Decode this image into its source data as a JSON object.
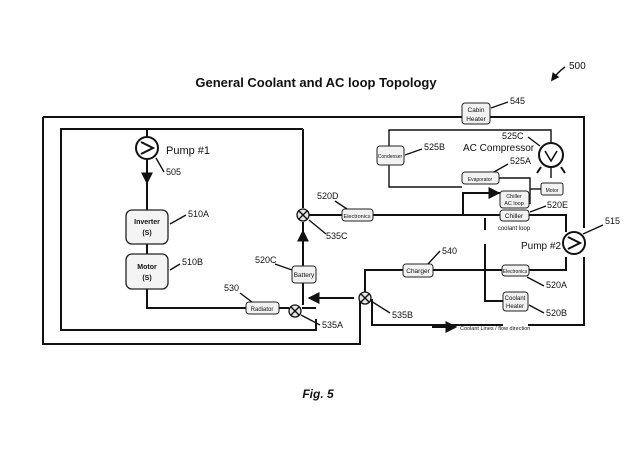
{
  "title": "General Coolant and AC loop Topology",
  "figure_label": "Fig. 5",
  "figure_ref": "500",
  "legend": "Coolant Lines / flow direction",
  "components": {
    "pump1": {
      "label": "Pump #1",
      "ref": "505"
    },
    "pump2": {
      "label": "Pump #2",
      "ref": "515"
    },
    "inverter": {
      "line1": "Inverter",
      "line2": "(S)",
      "ref": "510A"
    },
    "motor": {
      "line1": "Motor",
      "line2": "(S)",
      "ref": "510B"
    },
    "radiator": {
      "label": "Radiator",
      "ref": "530"
    },
    "battery": {
      "label": "Battery",
      "ref": "520C"
    },
    "electronics_d": {
      "label": "Electronics",
      "ref": "520D"
    },
    "charger": {
      "label": "Charger",
      "ref": "540"
    },
    "electronics_a": {
      "label": "Electronics",
      "ref": "520A"
    },
    "coolant_heater": {
      "line1": "Coolant",
      "line2": "Heater",
      "ref": "520B"
    },
    "cabin_heater": {
      "line1": "Cabin",
      "line2": "Heater",
      "ref": "545"
    },
    "condenser": {
      "label": "Condenser",
      "ref": "525B"
    },
    "evaporator": {
      "label": "Evaporator",
      "ref": "525A"
    },
    "ac_compressor": {
      "label": "AC Compressor",
      "ref": "525C"
    },
    "chiller_ac": {
      "line1": "Chiller",
      "line2": "AC loop"
    },
    "chiller_coolant": {
      "line1": "Chiller",
      "line2": "coolant loop",
      "ref": "520E"
    },
    "motor_small": {
      "label": "Motor"
    },
    "valve_535a": {
      "ref": "535A"
    },
    "valve_535b": {
      "ref": "535B"
    },
    "valve_535c": {
      "ref": "535C"
    }
  }
}
